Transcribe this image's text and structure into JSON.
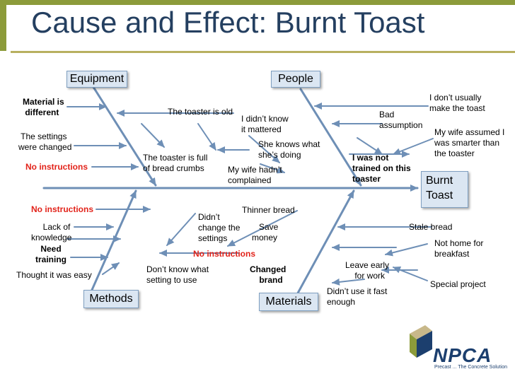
{
  "title": "Cause and Effect: Burnt Toast",
  "effect": "Burnt\nToast",
  "categories": {
    "equipment": "Equipment",
    "people": "People",
    "methods": "Methods",
    "materials": "Materials"
  },
  "causes": {
    "equipment": {
      "material": "Material is\n different",
      "settings_changed": " The settings\nwere changed",
      "no_instructions": "No instructions",
      "toaster_old": "The toaster is old",
      "toaster_full": "The toaster is full\nof bread crumbs"
    },
    "people": {
      "didnt_know": "I didn’t know\nit mattered",
      "wife_not_complained": "My wife hadn’t\ncomplained",
      "she_knows": "She knows what\nshe’s doing",
      "not_trained": "I was not\ntrained on this\ntoaster",
      "bad_assumption": "Bad\nassumption",
      "dont_usually": "I don’t usually\nmake the toast",
      "wife_assumed": "My wife assumed I\nwas smarter than\nthe toaster"
    },
    "methods": {
      "no_instructions": "No instructions",
      "lack_knowledge": "     Lack of\nknowledge",
      "need_training": "Need\ntraining",
      "thought_easy": "Thought it was easy",
      "didnt_change": "Didn’t\nchange the\nsettings",
      "no_instructions_2": "No instructions",
      "dont_know_setting": "Don’t know what\nsetting to use"
    },
    "materials": {
      "thinner_bread": "Thinner bread",
      "save_money": "   Save\nmoney",
      "changed_brand": "Changed\n    brand",
      "leave_early": "Leave early\n    for work",
      "didnt_use_fast": "Didn’t use it fast\nenough",
      "stale_bread": "Stale bread",
      "not_home": "Not home for\nbreakfast",
      "special_project": "Special project"
    }
  },
  "logo": {
    "name": "NPCA",
    "tagline": "Precast ... The Concrete Solution",
    "colors": {
      "navy": "#1c3f6e",
      "green": "#8c9b3a",
      "tan": "#c8b88a"
    }
  },
  "colors": {
    "title": "#243f60",
    "arrow": "#6e8fb6",
    "red_text": "#e2231a",
    "box_fill": "#dbe6f2"
  }
}
